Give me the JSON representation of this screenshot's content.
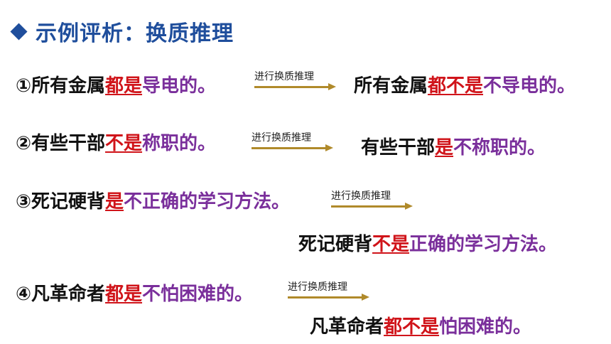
{
  "title": "示例评析：换质推理",
  "arrow_label": "进行换质推理",
  "rows": [
    {
      "left": [
        {
          "t": "①所有金属",
          "c": "blk"
        },
        {
          "t": "都是",
          "c": "red"
        },
        {
          "t": "导电的。",
          "c": "pur"
        }
      ],
      "right": [
        {
          "t": "所有金属",
          "c": "blk"
        },
        {
          "t": "都不是",
          "c": "red"
        },
        {
          "t": "不导电的。",
          "c": "pur"
        }
      ]
    },
    {
      "left": [
        {
          "t": "②有些干部",
          "c": "blk"
        },
        {
          "t": "不是",
          "c": "red"
        },
        {
          "t": "称职的。",
          "c": "pur"
        }
      ],
      "right": [
        {
          "t": "有些干部",
          "c": "blk"
        },
        {
          "t": "是",
          "c": "red"
        },
        {
          "t": "不称职的。",
          "c": "pur"
        }
      ]
    },
    {
      "left": [
        {
          "t": "③死记硬背",
          "c": "blk"
        },
        {
          "t": "是",
          "c": "red"
        },
        {
          "t": "不正确的学习方法。",
          "c": "pur"
        }
      ],
      "right": [
        {
          "t": "死记硬背",
          "c": "blk"
        },
        {
          "t": "不是",
          "c": "red"
        },
        {
          "t": "正确的学习方法。",
          "c": "pur"
        }
      ]
    },
    {
      "left": [
        {
          "t": "④凡革命者",
          "c": "blk"
        },
        {
          "t": "都是",
          "c": "red"
        },
        {
          "t": "不怕困难的。",
          "c": "pur"
        }
      ],
      "right": [
        {
          "t": "凡革命者",
          "c": "blk"
        },
        {
          "t": "都不是",
          "c": "red"
        },
        {
          "t": "怕困难的。",
          "c": "pur"
        }
      ]
    }
  ]
}
